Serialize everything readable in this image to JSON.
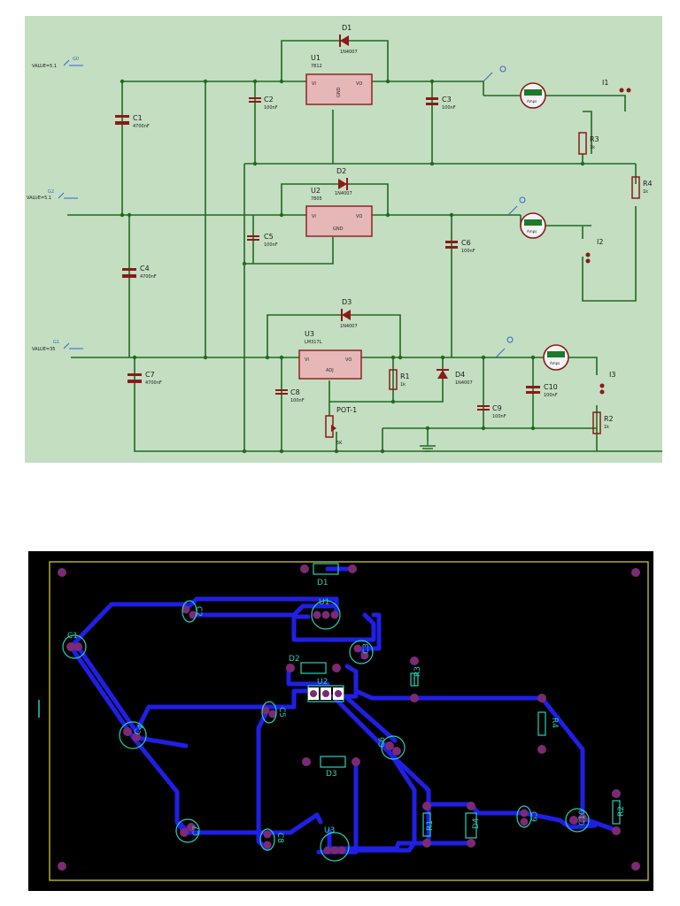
{
  "schematic": {
    "colors": {
      "background": "#c3dec1",
      "wire": "#1f6a20",
      "component": "#8b1a1a",
      "meter_display": "#1d7a2b"
    },
    "components": {
      "D1": {
        "ref": "D1",
        "value": "1N4007"
      },
      "D2": {
        "ref": "D2",
        "value": "1N4007"
      },
      "D3": {
        "ref": "D3",
        "value": "1N4007"
      },
      "D4": {
        "ref": "D4",
        "value": "1N4007"
      },
      "U1": {
        "ref": "U1",
        "value": "7812",
        "pin_in": "VI",
        "pin_out": "VO",
        "pin_gnd": "GND"
      },
      "U2": {
        "ref": "U2",
        "value": "7805",
        "pin_in": "VI",
        "pin_out": "VO",
        "pin_gnd": "GND"
      },
      "U3": {
        "ref": "U3",
        "value": "LM317L",
        "pin_in": "VI",
        "pin_out": "VO",
        "pin_adj": "ADJ"
      },
      "C1": {
        "ref": "C1",
        "value": "4700nF"
      },
      "C2": {
        "ref": "C2",
        "value": "100nF"
      },
      "C3": {
        "ref": "C3",
        "value": "100nF"
      },
      "C4": {
        "ref": "C4",
        "value": "4700nF"
      },
      "C5": {
        "ref": "C5",
        "value": "100nF"
      },
      "C6": {
        "ref": "C6",
        "value": "100nF"
      },
      "C7": {
        "ref": "C7",
        "value": "4700nF"
      },
      "C8": {
        "ref": "C8",
        "value": "100nF"
      },
      "C9": {
        "ref": "C9",
        "value": "100nF"
      },
      "C10": {
        "ref": "C10",
        "value": "100nF"
      },
      "R1": {
        "ref": "R1",
        "value": "1k"
      },
      "R2": {
        "ref": "R2",
        "value": "1k"
      },
      "R3": {
        "ref": "R3",
        "value": "1k"
      },
      "R4": {
        "ref": "R4",
        "value": "1k"
      },
      "POT": {
        "ref": "POT-1",
        "value": "5K"
      },
      "I1": {
        "ref": "I1"
      },
      "I2": {
        "ref": "I2"
      },
      "I3": {
        "ref": "I3"
      }
    },
    "sources": [
      {
        "label": "VALUE=5.1",
        "id": "G0"
      },
      {
        "label": "VALUE=5.1",
        "id": "G2"
      },
      {
        "label": "VALUE=35",
        "id": "G1"
      }
    ],
    "meter_label": "Amps"
  },
  "pcb": {
    "colors": {
      "background": "#000000",
      "track": "#1f1fe6",
      "pad": "#7c2a74",
      "silkscreen": "#27d1b8",
      "border": "#d8d82a"
    },
    "labels": {
      "D1": "D1",
      "D2": "D2",
      "D3": "D3",
      "D4": "D4",
      "U1": "U1",
      "U2": "U2",
      "U3": "U3",
      "C1": "C1",
      "C2": "C2",
      "C3": "C3",
      "C4": "C4",
      "C5": "C5",
      "C6": "C6",
      "C7": "C7",
      "C8": "C8",
      "C9": "C9",
      "C10": "C10",
      "R1": "R1",
      "R2": "R2",
      "R3": "R3",
      "R4": "R4"
    }
  }
}
